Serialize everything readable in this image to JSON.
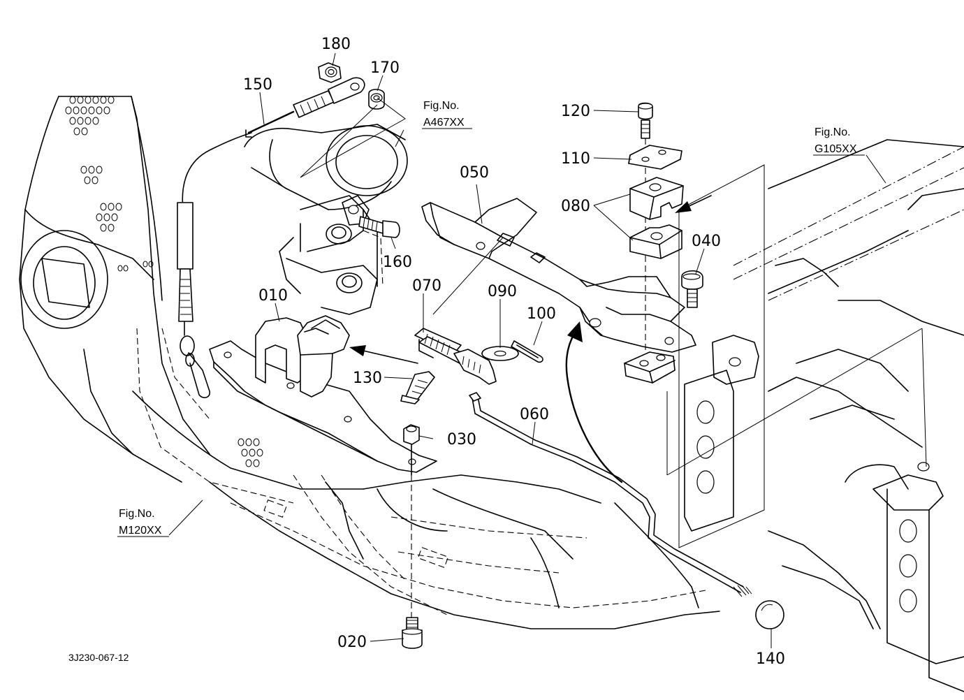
{
  "diagram": {
    "part_labels": [
      {
        "id": "p180",
        "text": "180"
      },
      {
        "id": "p170",
        "text": "170"
      },
      {
        "id": "p150",
        "text": "150"
      },
      {
        "id": "p160",
        "text": "160"
      },
      {
        "id": "p120",
        "text": "120"
      },
      {
        "id": "p110",
        "text": "110"
      },
      {
        "id": "p080",
        "text": "080"
      },
      {
        "id": "p040",
        "text": "040"
      },
      {
        "id": "p050",
        "text": "050"
      },
      {
        "id": "p010",
        "text": "010"
      },
      {
        "id": "p070",
        "text": "070"
      },
      {
        "id": "p090",
        "text": "090"
      },
      {
        "id": "p100",
        "text": "100"
      },
      {
        "id": "p130",
        "text": "130"
      },
      {
        "id": "p030",
        "text": "030"
      },
      {
        "id": "p060",
        "text": "060"
      },
      {
        "id": "p020",
        "text": "020"
      },
      {
        "id": "p140",
        "text": "140"
      }
    ],
    "figure_refs": [
      {
        "id": "a467",
        "line1": "Fig.No.",
        "line2": "A467XX"
      },
      {
        "id": "g105",
        "line1": "Fig.No.",
        "line2": "G105XX"
      },
      {
        "id": "m120",
        "line1": "Fig.No.",
        "line2": "M120XX"
      }
    ],
    "drawing_code": "3J230-067-12"
  }
}
